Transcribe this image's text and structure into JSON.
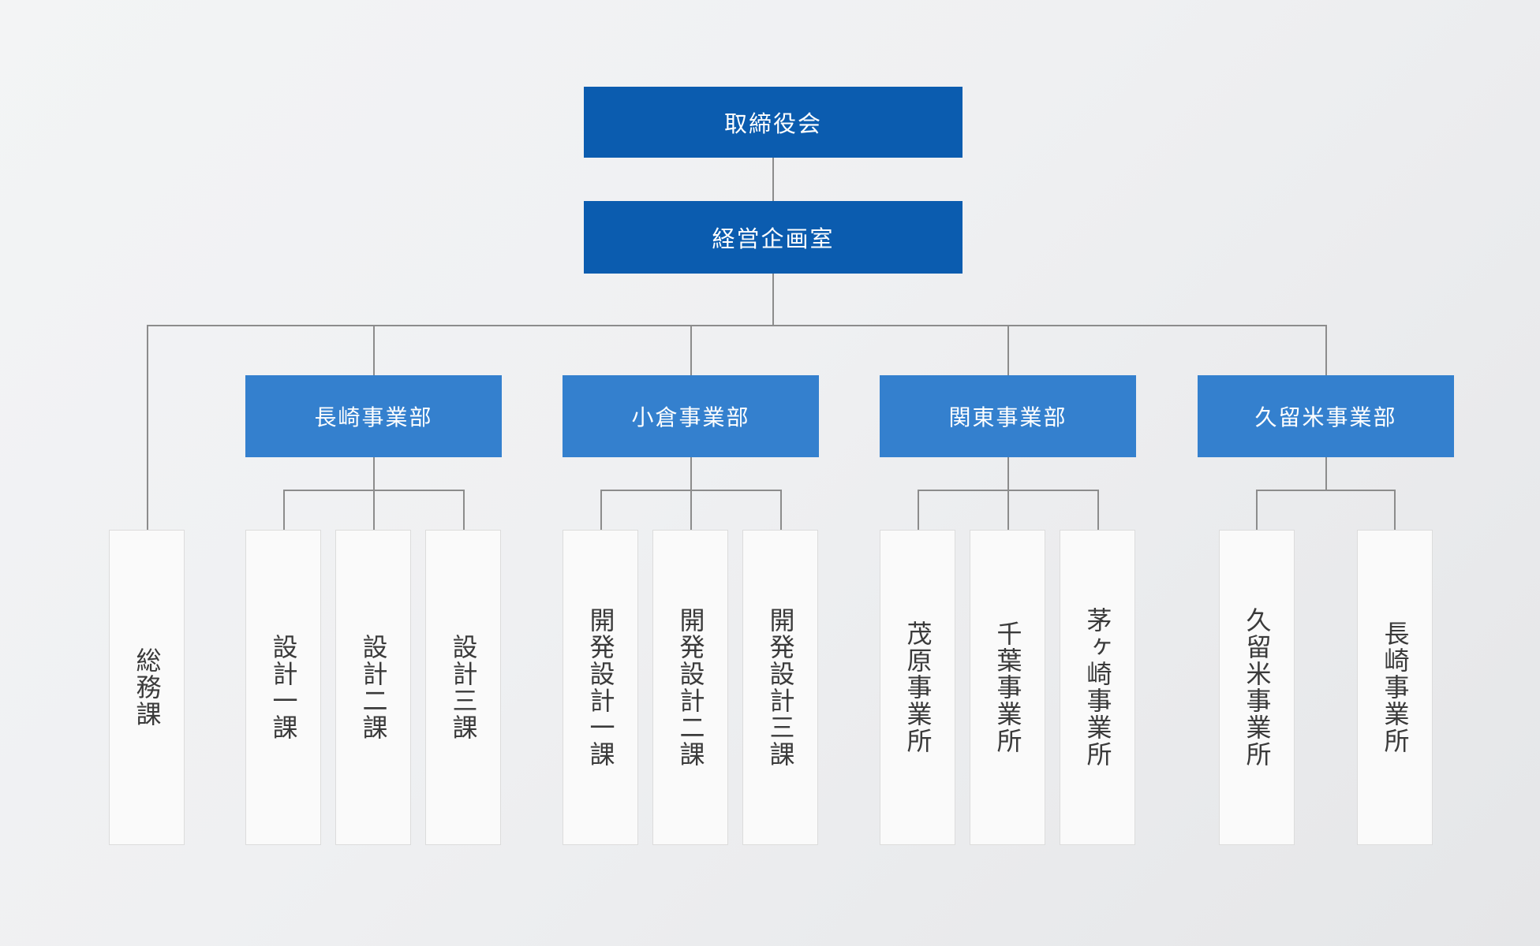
{
  "chart": {
    "title_visible": false,
    "type": "organization-chart",
    "colors": {
      "root_box": "#0B5CAF",
      "division_box": "#3480CE",
      "leaf_box": "#FAFAFA",
      "leaf_border": "#DCDCDC",
      "connector": "#8C8C8C",
      "background_start": "#F3F4F5",
      "background_end": "#E5E6E8",
      "root_text": "#FFFFFF",
      "leaf_text": "#3A3A3A"
    }
  },
  "nodes": {
    "root": {
      "label": "取締役会"
    },
    "planning": {
      "label": "経営企画室"
    },
    "general_affairs": {
      "label": "総務課"
    },
    "divisions": [
      {
        "label": "長崎事業部",
        "children": [
          {
            "label": "設計一課"
          },
          {
            "label": "設計二課"
          },
          {
            "label": "設計三課"
          }
        ]
      },
      {
        "label": "小倉事業部",
        "children": [
          {
            "label": "開発設計一課"
          },
          {
            "label": "開発設計二課"
          },
          {
            "label": "開発設計三課"
          }
        ]
      },
      {
        "label": "関東事業部",
        "children": [
          {
            "label": "茂原事業所"
          },
          {
            "label": "千葉事業所"
          },
          {
            "label": "茅ヶ崎事業所"
          }
        ]
      },
      {
        "label": "久留米事業部",
        "children": [
          {
            "label": "久留米事業所"
          },
          {
            "label": "長崎事業所"
          }
        ]
      }
    ]
  }
}
